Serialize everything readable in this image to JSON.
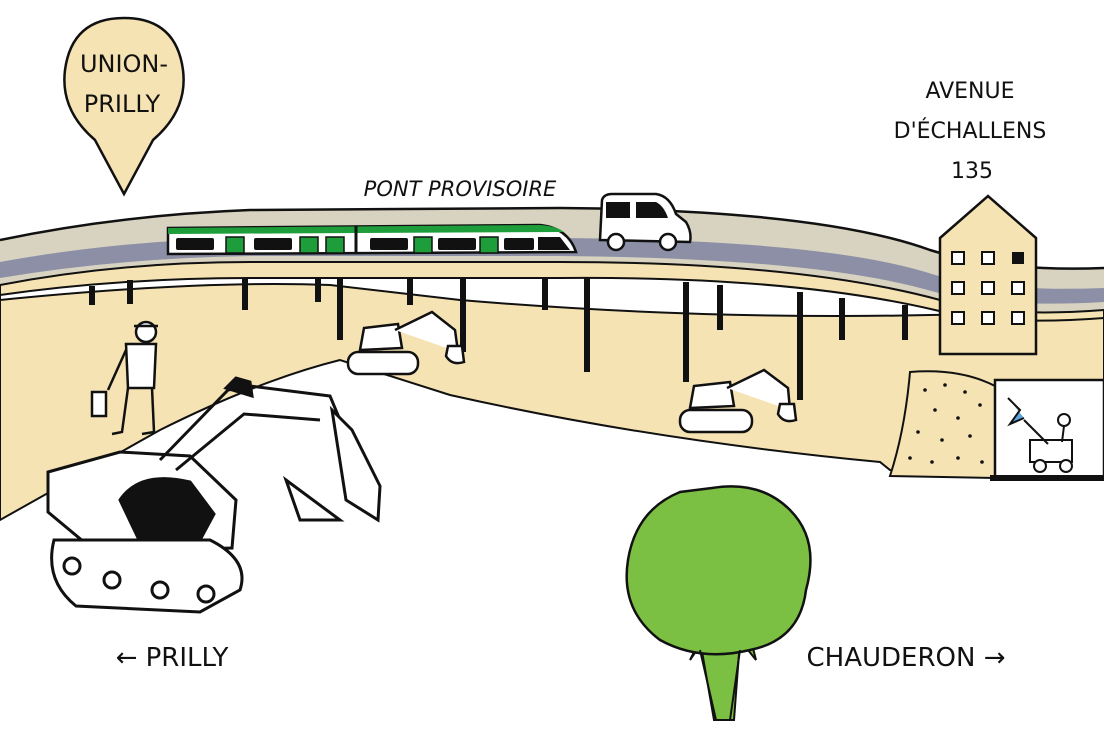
{
  "labels": {
    "station_line1": "UNION-",
    "station_line2": "PRILLY",
    "bridge": "PONT PROVISOIRE",
    "avenue_line1": "AVENUE",
    "avenue_line2": "D'ÉCHALLENS",
    "avenue_line3": "135",
    "left_direction": "← PRILLY",
    "right_direction": "CHAUDERON →"
  },
  "colors": {
    "sand": "#f6e3b4",
    "road_grey": "#8c8fa6",
    "road_light": "#d8d2c0",
    "train_green": "#1e9e3a",
    "tree_green": "#7cc043",
    "ink": "#111111",
    "pin": "#f6e3b4"
  },
  "icons": {
    "location_pin": "location-pin-icon",
    "train": "train-icon",
    "car": "car-icon",
    "building": "building-icon",
    "worker": "worker-icon",
    "excavator": "excavator-icon",
    "tunnel_drill": "tunnel-boring-machine-icon",
    "tree": "tree-icon"
  }
}
